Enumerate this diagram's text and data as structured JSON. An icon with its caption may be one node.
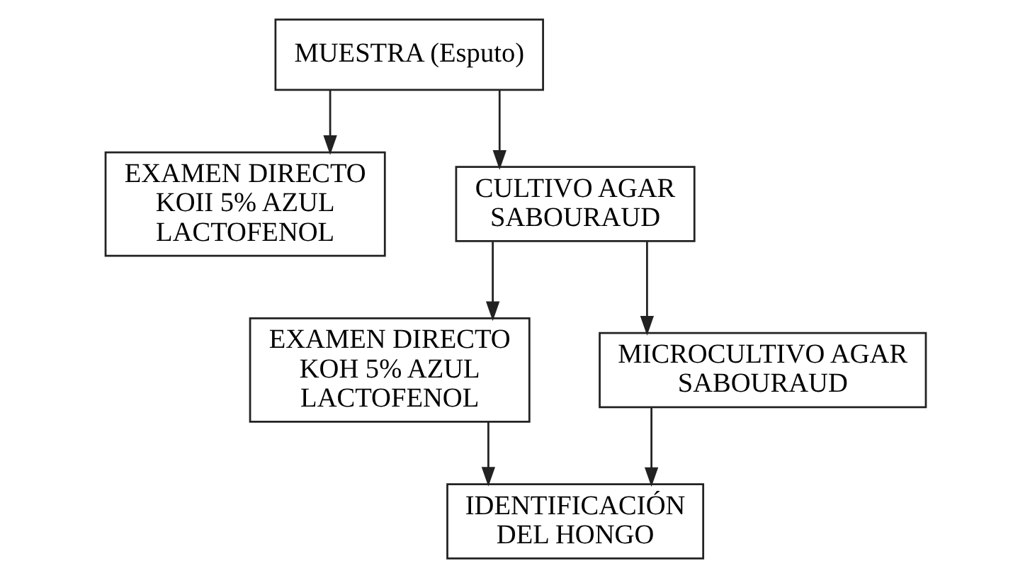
{
  "diagram": {
    "nodes": [
      {
        "text": [
          "MUESTRA (Esputo)"
        ]
      },
      {
        "text": [
          "EXAMEN DIRECTO KOII 5% AZUL LACTOFENOL"
        ]
      },
      {
        "text": [
          "CULTIVO AGAR SABOURAUD"
        ]
      },
      {
        "text": [
          "EXAMEN DIRECTO KOH 5% AZUL LACTOFENOL"
        ]
      },
      {
        "text": [
          "MICROCULTIVO AGAR SABOURAUD"
        ]
      },
      {
        "text": [
          "IDENTIFICACIÓN DEL HONGO"
        ]
      }
    ],
    "edges": [
      {
        "from": 0,
        "to": 1,
        "arrow": "to"
      },
      {
        "from": 0,
        "to": 2,
        "arrow": "to"
      },
      {
        "from": 2,
        "to": 3,
        "arrow": "to"
      },
      {
        "from": 2,
        "to": 4,
        "arrow": "to"
      },
      {
        "from": 3,
        "to": 5,
        "arrow": "to"
      },
      {
        "from": 4,
        "to": 5,
        "arrow": "to"
      }
    ]
  }
}
